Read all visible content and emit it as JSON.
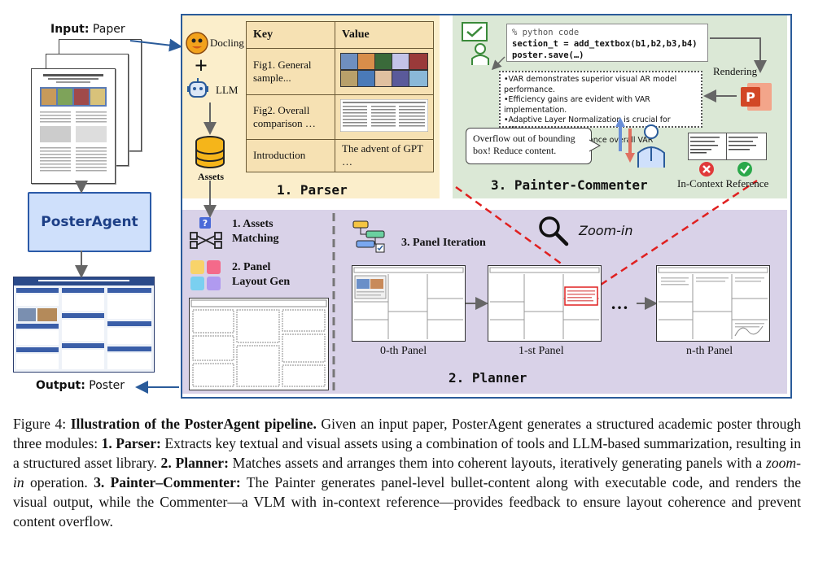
{
  "left": {
    "input_bold": "Input:",
    "input_text": "Paper",
    "agent_name": "PosterAgent",
    "output_bold": "Output:",
    "output_text": "Poster"
  },
  "parser": {
    "docling": "Docling",
    "plus": "+",
    "llm": "LLM",
    "assets": "Assets",
    "title": "1.  Parser",
    "table": {
      "col_key": "Key",
      "col_value": "Value",
      "rows": [
        {
          "key": "Fig1. General sample...",
          "value": ""
        },
        {
          "key": "Fig2. Overall comparison …",
          "value": ""
        },
        {
          "key": "Introduction",
          "value": "The advent of GPT …"
        }
      ]
    }
  },
  "painter": {
    "code_comment": "% python code",
    "code_line1": "section_t = add_textbox(b1,b2,b3,b4)",
    "code_line2": "poster.save(…)",
    "rendering": "Rendering",
    "bullets": [
      "•VAR demonstrates superior visual AR model performance.",
      "•Efficiency gains are evident with VAR implementation.",
      "•Adaptive Layer Normalization is crucial for efficiency.",
      "•Key components enhance overall VAR effectiveness."
    ],
    "feedback": "Overflow out of bounding box! Reduce content.",
    "title": "3. Painter-Commenter",
    "in_context": "In-Context Reference"
  },
  "planner": {
    "step1_line1": "1. Assets",
    "step1_line2": "Matching",
    "step2_line1": "2. Panel",
    "step2_line2": "Layout Gen",
    "step3": "3. Panel Iteration",
    "zoom": "Zoom-in",
    "panel0": "0-th Panel",
    "panel1": "1-st Panel",
    "ellipsis": "…",
    "paneln": "n-th Panel",
    "title": "2. Planner"
  },
  "caption": {
    "fig": "Figure 4: ",
    "bold_title": "Illustration of the PosterAgent pipeline.",
    "t1": " Given an input paper, PosterAgent generates a structured academic poster through three modules: ",
    "b1": "1. Parser:",
    "t2": " Extracts key textual and visual assets using a combination of tools and LLM-based summarization, resulting in a structured asset library. ",
    "b2": "2. Planner:",
    "t3": " Matches assets and arranges them into coherent layouts, iteratively generating panels with a ",
    "i1": "zoom-in",
    "t4": " operation. ",
    "b3": "3. Painter–Commenter:",
    "t5": " The Painter generates panel-level bullet-content along with executable code, and renders the visual output, while the Commenter—a VLM with in-context reference—provides feedback to ensure layout coherence and prevent content overflow."
  },
  "colors": {
    "frame": "#2a5b9a",
    "parser_bg": "#fbeecb",
    "painter_bg": "#dbe8d6",
    "planner_bg": "#d9d2e8",
    "zoom_dash": "#e02020"
  }
}
